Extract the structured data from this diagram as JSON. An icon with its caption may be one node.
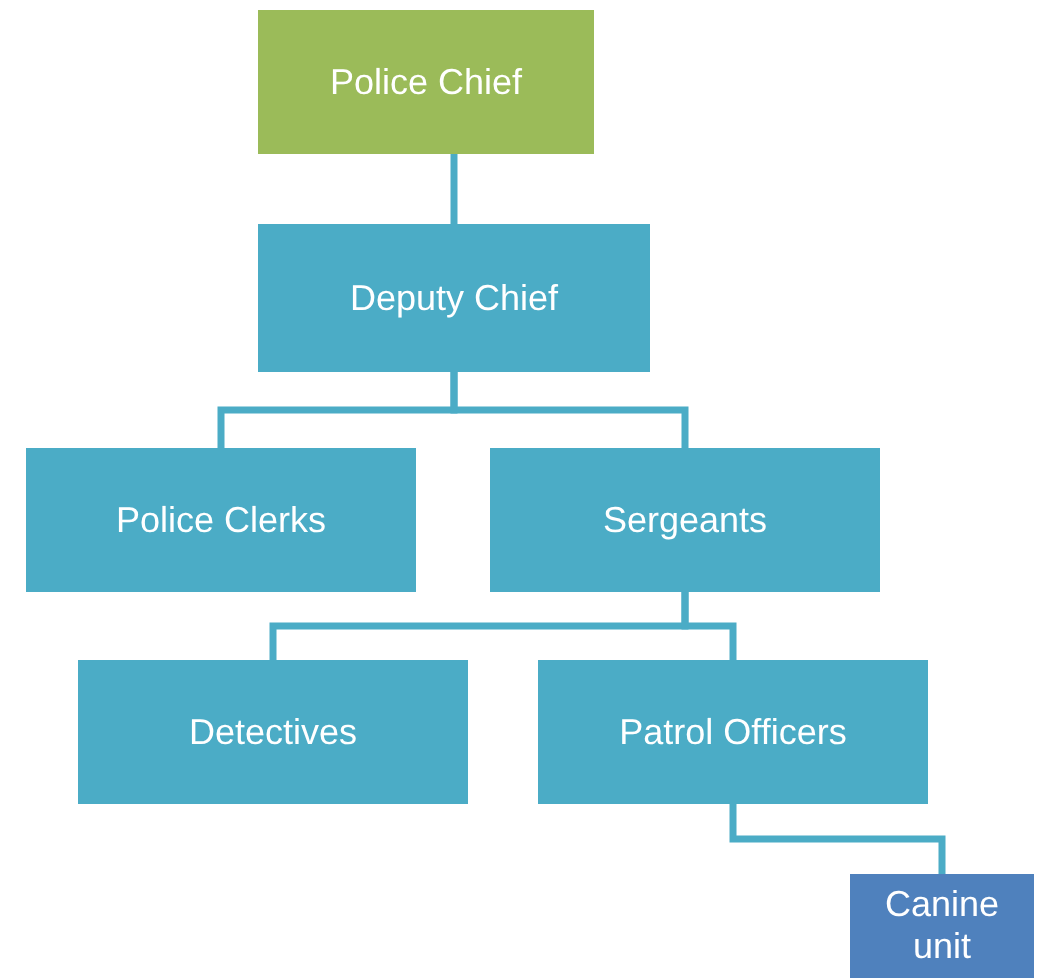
{
  "diagram": {
    "nodes": [
      {
        "text": [
          "Police Chief"
        ]
      },
      {
        "text": [
          "Deputy Chief"
        ]
      },
      {
        "text": [
          "Police Clerks"
        ]
      },
      {
        "text": [
          "Sergeants"
        ]
      },
      {
        "text": [
          "Detectives"
        ]
      },
      {
        "text": [
          "Patrol Officers"
        ]
      },
      {
        "text": [
          "Canine unit"
        ]
      }
    ],
    "edges": [
      {
        "from": 0,
        "to": 1,
        "arrow": "none"
      },
      {
        "from": 1,
        "to": 2,
        "arrow": "none"
      },
      {
        "from": 1,
        "to": 3,
        "arrow": "none"
      },
      {
        "from": 3,
        "to": 4,
        "arrow": "none"
      },
      {
        "from": 3,
        "to": 5,
        "arrow": "none"
      },
      {
        "from": 5,
        "to": 6,
        "arrow": "none"
      }
    ]
  }
}
